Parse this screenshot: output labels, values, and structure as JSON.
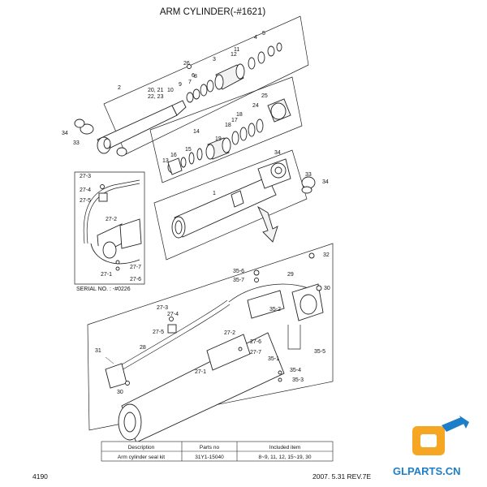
{
  "title": "ARM CYLINDER(-#1621)",
  "serial_note": "SERIAL NO. : -#0226",
  "page_number": "4190",
  "revision": "2007. 5.31  REV.7E",
  "logo": {
    "text": "GLPARTS.CN",
    "color": "#1e7fc8",
    "accent": "#f5a623"
  },
  "labels": [
    "1",
    "2",
    "3",
    "4",
    "5",
    "6",
    "7",
    "8",
    "9",
    "10",
    "11",
    "12",
    "13",
    "14",
    "15",
    "16",
    "17",
    "18",
    "18",
    "19",
    "20, 21",
    "22, 23",
    "24",
    "25",
    "26",
    "33",
    "33",
    "34",
    "34",
    "34",
    "27-3",
    "27-4",
    "27-5",
    "27-2",
    "27-1",
    "27-7",
    "27-6",
    "32",
    "29",
    "30",
    "35-6",
    "35-7",
    "35-2",
    "35-1",
    "35-4",
    "35-3",
    "35-5",
    "27-3",
    "27-4",
    "27-5",
    "27-2",
    "27-6",
    "27-7",
    "27-1",
    "28",
    "31",
    "30"
  ],
  "table": {
    "headers": [
      "Description",
      "Parts no",
      "Included item"
    ],
    "rows": [
      [
        "Arm cylinder seal kit",
        "31Y1-15040",
        "8~9, 11, 12, 15~19, 30"
      ]
    ]
  }
}
